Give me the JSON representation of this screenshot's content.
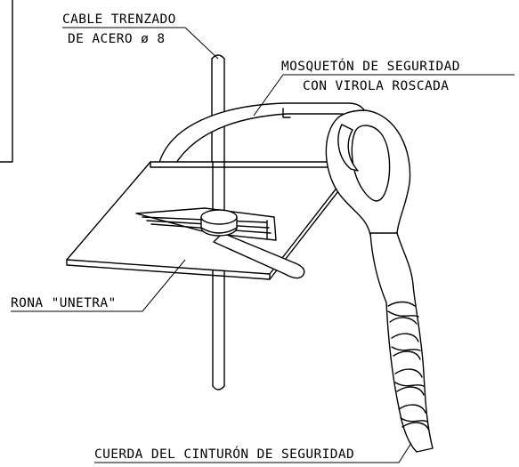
{
  "labels": {
    "cable_line1": "CABLE TRENZADO",
    "cable_line2": "DE ACERO ø 8",
    "carabiner_line1": "MOSQUETÓN DE SEGURIDAD",
    "carabiner_line2": "CON VIROLA ROSCADA",
    "washer": "RONA \"UNETRA\"",
    "rope": "CUERDA DEL CINTURÓN DE SEGURIDAD"
  },
  "colors": {
    "line": "#000000",
    "background": "#ffffff"
  }
}
